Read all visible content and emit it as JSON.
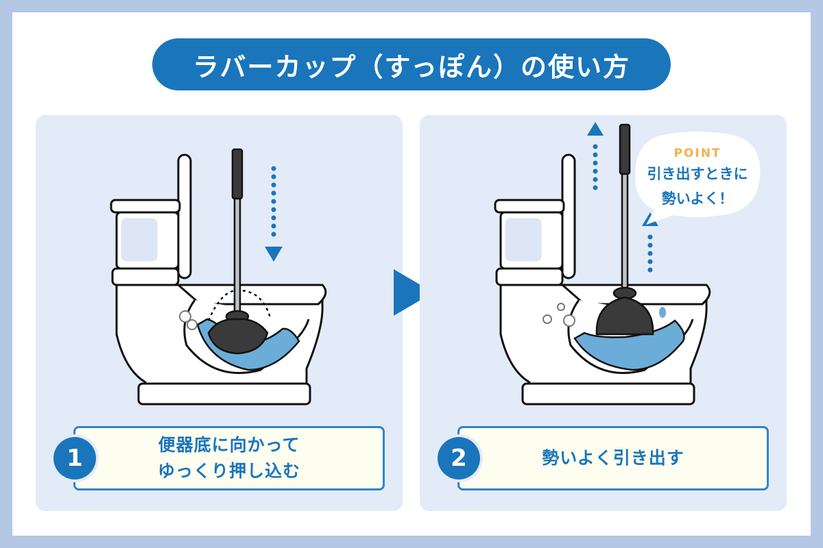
{
  "title": "ラバーカップ（すっぽん）の使い方",
  "steps": [
    {
      "number": "1",
      "line1": "便器底に向かって",
      "line2": "ゆっくり押し込む"
    },
    {
      "number": "2",
      "line1": "勢いよく引き出す"
    }
  ],
  "point": {
    "label": "POINT",
    "line1": "引き出すときに",
    "line2": "勢いよく！"
  },
  "colors": {
    "frame": "#b4c8e6",
    "panel": "#e3ebf8",
    "accent": "#1b75bb",
    "water": "#6badd8",
    "plunger": "#3a3a3a",
    "point_label": "#f2b24a"
  }
}
